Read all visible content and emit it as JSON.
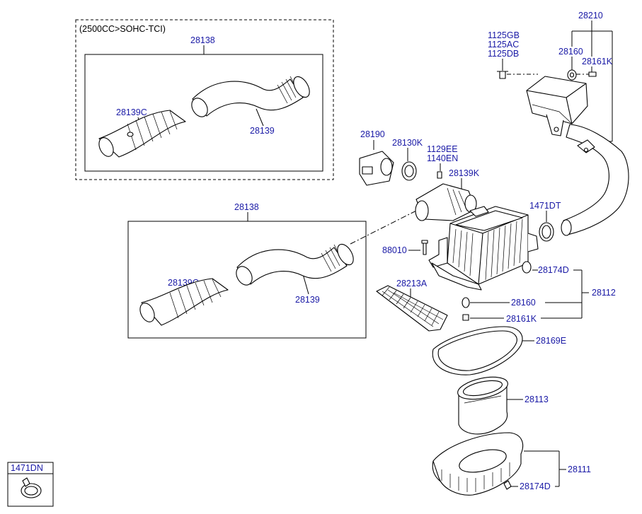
{
  "variant_box": {
    "title": "(2500CC>SOHC-TCI)"
  },
  "labels": {
    "upper_hose": "28138",
    "upper_hose_a": "28139C",
    "upper_hose_b": "28139",
    "main_hose": "28138",
    "main_hose_a": "28139C",
    "main_hose_b": "28139",
    "bolt_a": "1125GB",
    "bolt_b": "1125AC",
    "bolt_c": "1125DB",
    "resonator_group": "28210",
    "grommet_top": "28160",
    "collar_top": "28161K",
    "sensor": "28190",
    "ring": "28130K",
    "screw_a": "1129EE",
    "screw_b": "1140EN",
    "duct": "28139K",
    "clamp": "1471DT",
    "bolt_88010": "88010",
    "screen": "28213A",
    "clip_upper": "28174D",
    "assembly": "28112",
    "grommet": "28160",
    "collar": "28161K",
    "gasket": "28169E",
    "element": "28113",
    "lower_body": "28111",
    "clip_lower": "28174D",
    "legend_clamp": "1471DN"
  }
}
